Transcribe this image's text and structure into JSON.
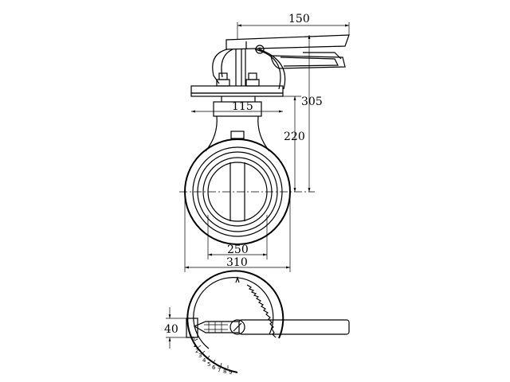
{
  "dimensions": {
    "handle_length": "150",
    "total_height": "305",
    "flange_width": "115",
    "center_height": "220",
    "disc_diameter": "250",
    "body_diameter": "310",
    "handle_thickness": "40"
  },
  "scale_marks": [
    "0",
    "1",
    "2",
    "3",
    "4",
    "5",
    "6",
    "7",
    "8",
    "9"
  ]
}
